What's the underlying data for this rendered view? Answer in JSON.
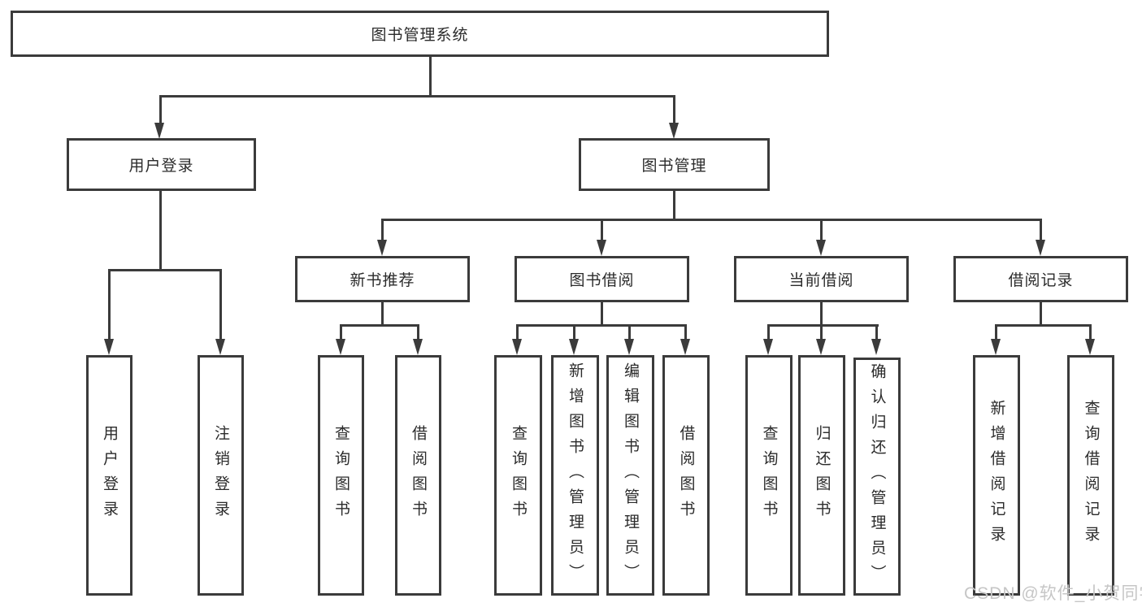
{
  "diagram": {
    "title": "图书管理系统",
    "level2": {
      "user_login": "用户登录",
      "book_management": "图书管理"
    },
    "level3": {
      "new_book_recommend": "新书推荐",
      "book_borrowing": "图书借阅",
      "current_borrowing": "当前借阅",
      "borrowing_records": "借阅记录"
    },
    "leaves": {
      "user_login": [
        "用户登录",
        "注销登录"
      ],
      "new_book_recommend": [
        "查询图书",
        "借阅图书"
      ],
      "book_borrowing": [
        "查询图书",
        "新增图书（管理员）",
        "编辑图书（管理员）",
        "借阅图书"
      ],
      "current_borrowing": [
        "查询图书",
        "归还图书",
        "确认归还（管理员）"
      ],
      "borrowing_records": [
        "新增借阅记录",
        "查询借阅记录"
      ]
    }
  },
  "watermark": "CSDN @软件_小贺同学",
  "colors": {
    "line": "#3b3b3b",
    "text": "#2b2b2b",
    "background": "#ffffff",
    "watermark": "#c6c6c6"
  }
}
